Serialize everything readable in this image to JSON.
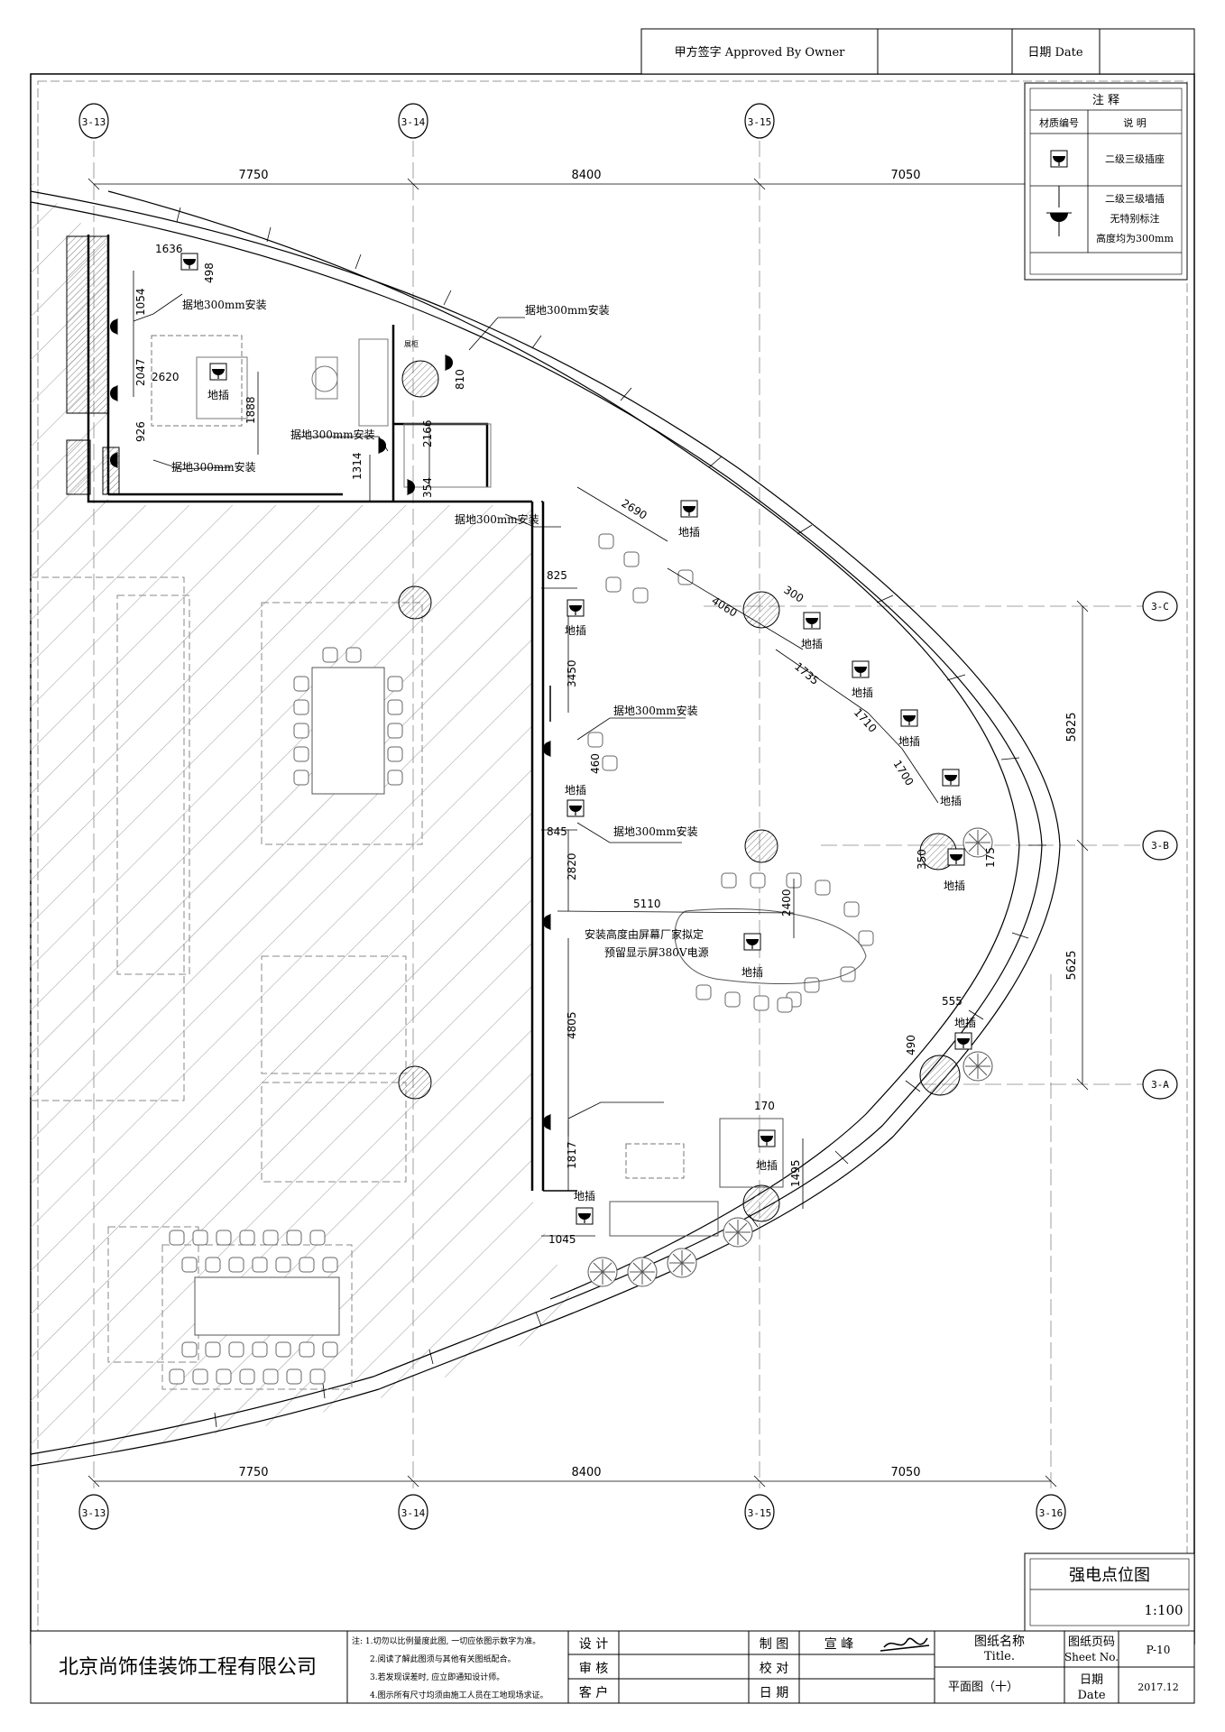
{
  "header": {
    "approved_label": "甲方签字 Approved By Owner",
    "date_label": "日期 Date"
  },
  "grid_top": [
    "3-13",
    "3-14",
    "3-15"
  ],
  "grid_bottom": [
    "3-13",
    "3-14",
    "3-15",
    "3-16"
  ],
  "grid_right": [
    "3-C",
    "3-B",
    "3-A"
  ],
  "dims_top": [
    "7750",
    "8400",
    "7050"
  ],
  "dims_bottom": [
    "7750",
    "8400",
    "7050"
  ],
  "dims_right": [
    "5825",
    "5625"
  ],
  "legend": {
    "title": "注 释",
    "col_code": "材质编号",
    "col_desc": "说 明",
    "row1_desc": "二级三级插座",
    "row2_line1": "二级三级墙插",
    "row2_line2": "无特别标注",
    "row2_line3": "高度均为300mm"
  },
  "notes": {
    "floor_socket": "地插",
    "install_300_a": "据地300mm安装",
    "install_300_b": "据地300mm安装",
    "install_300_c": "据地300mm安装",
    "install_300_d": "据地300mm安装",
    "install_300_e": "据地300mm安装",
    "install_300_f": "据地300mm安装",
    "install_300_g": "据地300mm安装",
    "screen_note_1": "安装高度由屏幕厂家拟定",
    "screen_note_2": "预留显示屏380V电源",
    "room_tag": "展柜"
  },
  "dims_inner": {
    "d1636": "1636",
    "d498": "498",
    "d1054": "1054",
    "d2047": "2047",
    "d2620": "2620",
    "d926": "926",
    "d1888": "1888",
    "d810": "810",
    "d2166": "2166",
    "d1314": "1314",
    "d354": "354",
    "d2690": "2690",
    "d825": "825",
    "d4060": "4060",
    "d300": "300",
    "d1735": "1735",
    "d1710": "1710",
    "d1700": "1700",
    "d3450": "3450",
    "d460": "460",
    "d845": "845",
    "d2820": "2820",
    "d350": "350",
    "d175": "175",
    "d5110": "5110",
    "d2400": "2400",
    "d555": "555",
    "d490": "490",
    "d4805": "4805",
    "d170": "170",
    "d1817": "1817",
    "d1495": "1495",
    "d1045": "1045"
  },
  "title_box": {
    "drawing_name": "强电点位图",
    "scale": "1:100"
  },
  "footer": {
    "company": "北京尚饰佳装饰工程有限公司",
    "note1": "注: 1.切勿以比例量度此图, 一切应依图示数字为准。",
    "note2": "2.阅读了解此图须与其他有关图纸配合。",
    "note3": "3.若发现误差时, 应立即通知设计师。",
    "note4": "4.图示所有尺寸均须由施工人员在工地现场求证。",
    "design_label": "设 计",
    "review_label": "审 核",
    "client_label": "客 户",
    "draw_label": "制 图",
    "draw_name": "宣 峰",
    "check_label": "校 对",
    "date_label": "日 期",
    "name_cn": "图纸名称",
    "name_en": "Title.",
    "name_value": "平面图（十）",
    "sheet_cn": "图纸页码",
    "sheet_en": "Sheet No.",
    "sheet_value": "P-10",
    "date_cn": "日期",
    "date_en": "Date",
    "date_value": "2017.12"
  }
}
